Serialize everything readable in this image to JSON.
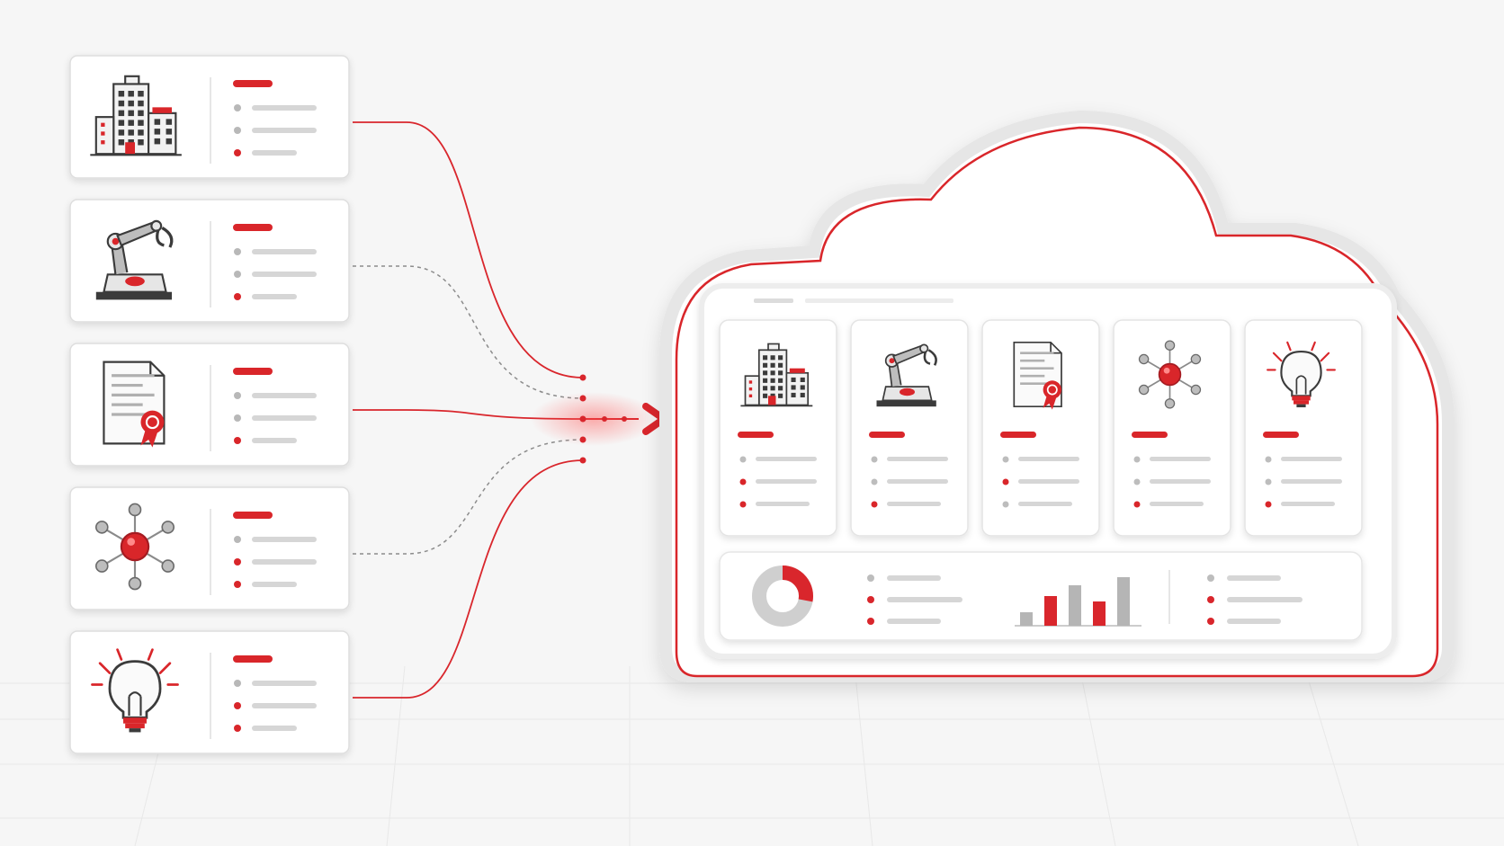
{
  "colors": {
    "accent": "#d9262c",
    "background": "#f6f6f6",
    "card": "#ffffff",
    "icon_dark": "#3a3a3a",
    "icon_gray": "#9e9e9e",
    "line_gray": "#d4d4d4"
  },
  "sources": [
    {
      "icon": "buildings-icon",
      "bullets": [
        "gray",
        "gray",
        "red"
      ],
      "connector": "solid-red"
    },
    {
      "icon": "robot-arm-icon",
      "bullets": [
        "gray",
        "gray",
        "red"
      ],
      "connector": "dashed-gray"
    },
    {
      "icon": "certificate-document-icon",
      "bullets": [
        "gray",
        "gray",
        "red"
      ],
      "connector": "solid-red"
    },
    {
      "icon": "network-nodes-icon",
      "bullets": [
        "gray",
        "red",
        "red"
      ],
      "connector": "dashed-gray"
    },
    {
      "icon": "lightbulb-icon",
      "bullets": [
        "gray",
        "red",
        "red"
      ],
      "connector": "solid-red"
    }
  ],
  "cloud": {
    "cards": [
      {
        "icon": "buildings-icon",
        "bullets": [
          "gray",
          "red",
          "red"
        ]
      },
      {
        "icon": "robot-arm-icon",
        "bullets": [
          "gray",
          "gray",
          "red"
        ]
      },
      {
        "icon": "certificate-document-icon",
        "bullets": [
          "gray",
          "red",
          "gray"
        ]
      },
      {
        "icon": "network-nodes-icon",
        "bullets": [
          "gray",
          "gray",
          "red"
        ]
      },
      {
        "icon": "lightbulb-icon",
        "bullets": [
          "gray",
          "gray",
          "red"
        ]
      }
    ],
    "dashboard": {
      "donut": {
        "red_fraction": 0.28
      },
      "bar_chart": {
        "values": [
          0.25,
          0.55,
          0.75,
          0.45,
          0.9
        ],
        "colors": [
          "gray",
          "red",
          "gray",
          "red",
          "gray"
        ]
      }
    }
  },
  "chart_data": {
    "type": "bar",
    "categories": [
      "",
      "",
      "",
      "",
      ""
    ],
    "values": [
      0.25,
      0.55,
      0.75,
      0.45,
      0.9
    ],
    "xlabel": "",
    "ylabel": ""
  },
  "arrow_icon": "chevron-right-icon"
}
